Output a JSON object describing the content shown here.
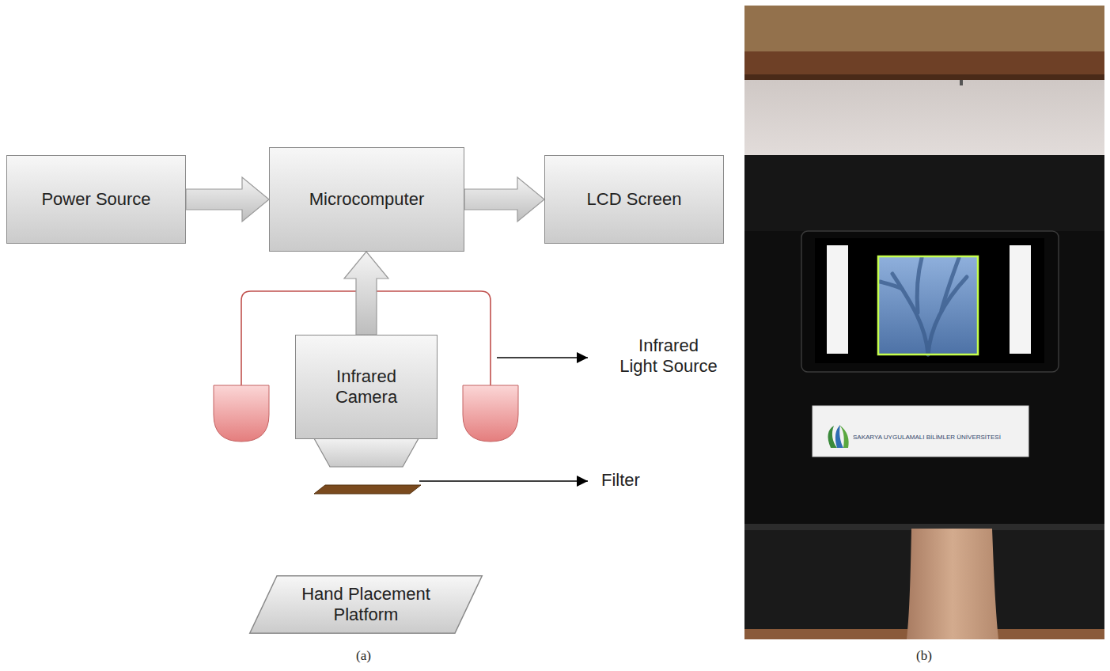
{
  "diagram": {
    "nodes": [
      {
        "text": [
          "Power Source"
        ]
      },
      {
        "text": [
          "Microcomputer"
        ]
      },
      {
        "text": [
          "LCD Screen"
        ]
      },
      {
        "text": [
          "Infrared Camera"
        ]
      },
      {
        "text": [
          "Hand Placement Platform"
        ]
      }
    ],
    "edges": [
      {
        "from": 0,
        "to": 1,
        "arrow": "to"
      },
      {
        "from": 1,
        "to": 2,
        "arrow": "to"
      },
      {
        "from": 3,
        "to": 1,
        "arrow": "to"
      }
    ],
    "labels": [
      "Infrared Light Source",
      "Filter",
      "(a)",
      "(b)",
      "SAKARYA UYGULAMALI BİLİMLER ÜNİVERSİTESİ"
    ]
  }
}
